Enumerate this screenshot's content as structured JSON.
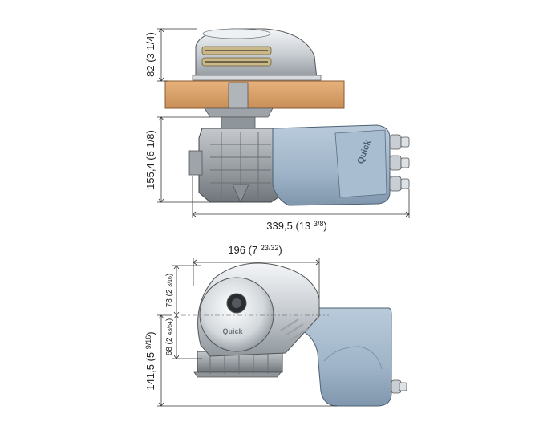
{
  "brand": {
    "logo_text": "Quick"
  },
  "dimensions": {
    "top_view": {
      "upper_height": {
        "mm": "82",
        "in": "(3 1/4)"
      },
      "lower_height": {
        "mm": "155,4",
        "in": "(6 1/8)"
      },
      "total_length": {
        "mm": "339,5",
        "in_prefix": "(13 ",
        "in_frac": "3/8",
        "in_suffix": ")"
      }
    },
    "bottom_view": {
      "width": {
        "mm": "196",
        "in_prefix": "(7 ",
        "in_frac": "23/32",
        "in_suffix": ")"
      },
      "upper_offset": {
        "mm": "78",
        "in_prefix": "(2 ",
        "in_frac": "3/16",
        "in_suffix": ")"
      },
      "lower_offset": {
        "mm": "68",
        "in_prefix": "(2 ",
        "in_frac": "43/64",
        "in_suffix": ")"
      },
      "total_height": {
        "mm": "141,5",
        "in_prefix": "(5 ",
        "in_frac": "9/16",
        "in_suffix": ")"
      }
    }
  },
  "colors": {
    "motor_blue": "#9fb4c8",
    "motor_dark": "#7c93aa",
    "deck_wood": "#d9a06a",
    "chrome": "#e4e7ea",
    "gear_grey": "#a7abb0",
    "line": "#333333"
  }
}
